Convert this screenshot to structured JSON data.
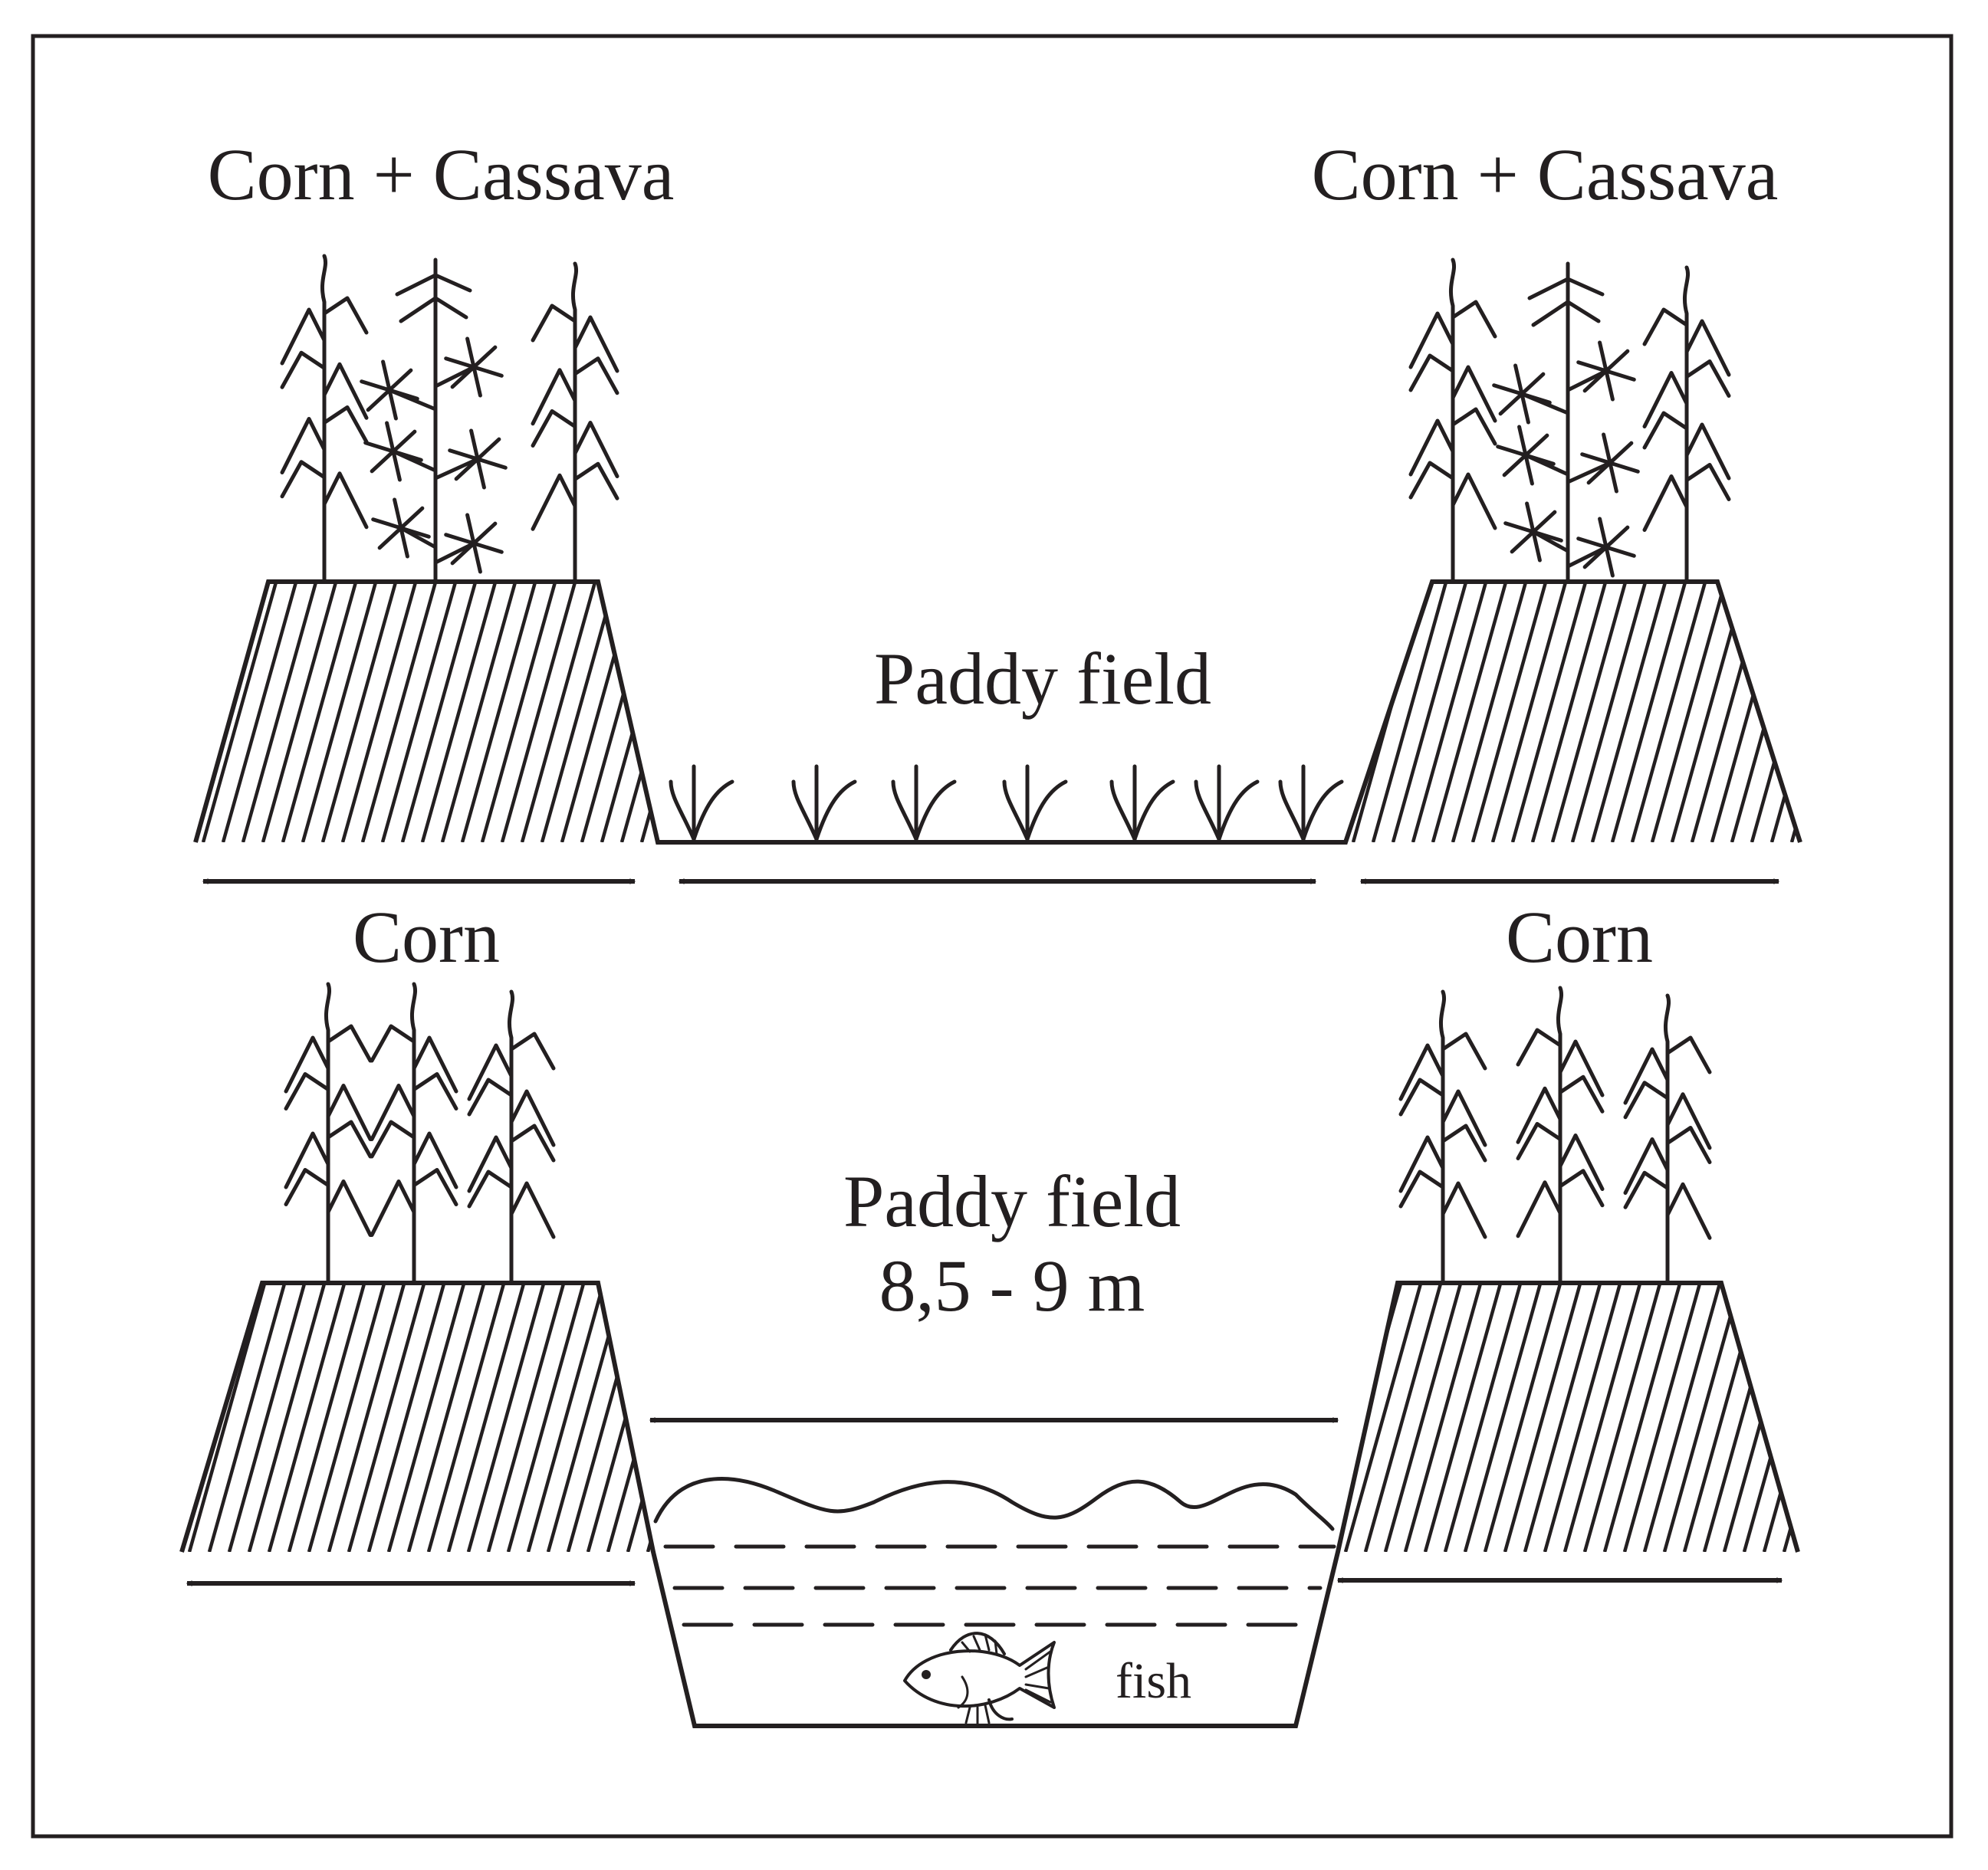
{
  "upper_section": {
    "left_bank_label": "Corn + Cassava",
    "right_bank_label": "Corn + Cassava",
    "middle_label": "Paddy field"
  },
  "lower_section": {
    "left_bank_label": "Corn",
    "right_bank_label": "Corn",
    "middle_label": "Paddy field",
    "middle_width": "8,5 - 9 m",
    "fish_label": "fish"
  },
  "colors": {
    "ink": "#231f20",
    "background": "#ffffff"
  }
}
